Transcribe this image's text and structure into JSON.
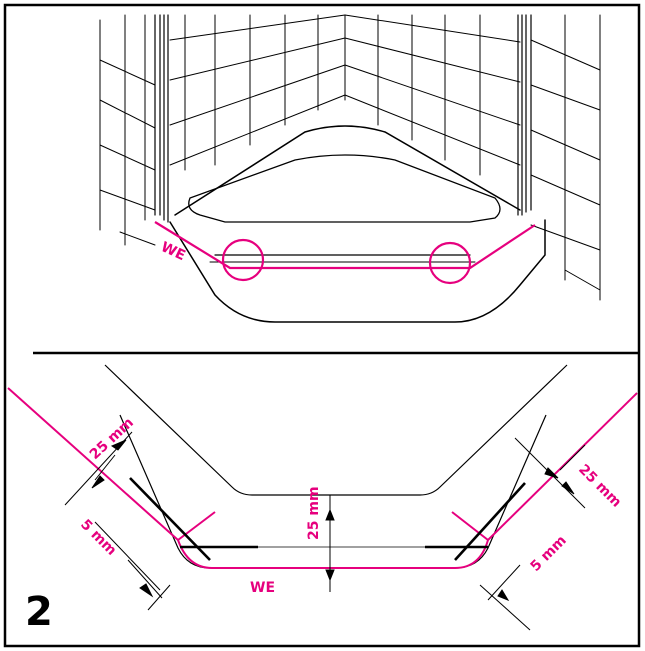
{
  "colors": {
    "accent": "#e6007e",
    "ink": "#000000",
    "background": "#ffffff"
  },
  "step_number": "2",
  "top_view": {
    "edge_label": "WE"
  },
  "detail_view": {
    "edge_label": "WE",
    "dim_left_outer": "25 mm",
    "dim_left_inner": "5 mm",
    "dim_center": "25 mm",
    "dim_right_outer": "25 mm",
    "dim_right_inner": "5 mm"
  }
}
